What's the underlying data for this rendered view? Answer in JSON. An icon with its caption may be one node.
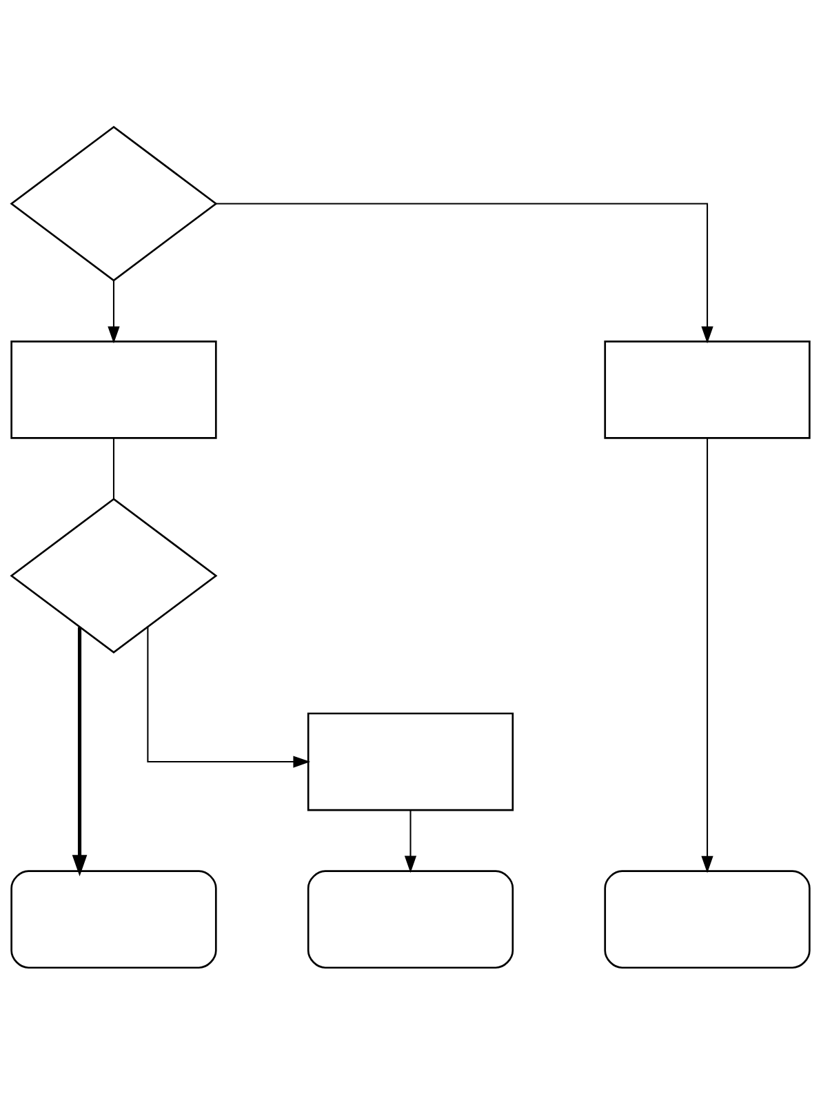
{
  "diagram": {
    "nodes": [
      {
        "text": [],
        "shape": "diamond"
      },
      {
        "text": [],
        "shape": "box"
      },
      {
        "text": [],
        "shape": "box"
      },
      {
        "text": [],
        "shape": "diamond"
      },
      {
        "text": [],
        "shape": "box"
      },
      {
        "text": [],
        "shape": "rounded"
      },
      {
        "text": [],
        "shape": "rounded"
      },
      {
        "text": [],
        "shape": "rounded"
      }
    ],
    "edges": [
      {
        "from": 0,
        "to": 1,
        "arrow": "to"
      },
      {
        "from": 0,
        "to": 2,
        "arrow": "to"
      },
      {
        "from": 1,
        "to": 3,
        "arrow": "none"
      },
      {
        "from": 3,
        "to": 5,
        "arrow": "to",
        "style": "thick"
      },
      {
        "from": 3,
        "to": 4,
        "arrow": "to"
      },
      {
        "from": 4,
        "to": 6,
        "arrow": "to"
      },
      {
        "from": 2,
        "to": 7,
        "arrow": "to"
      }
    ]
  }
}
